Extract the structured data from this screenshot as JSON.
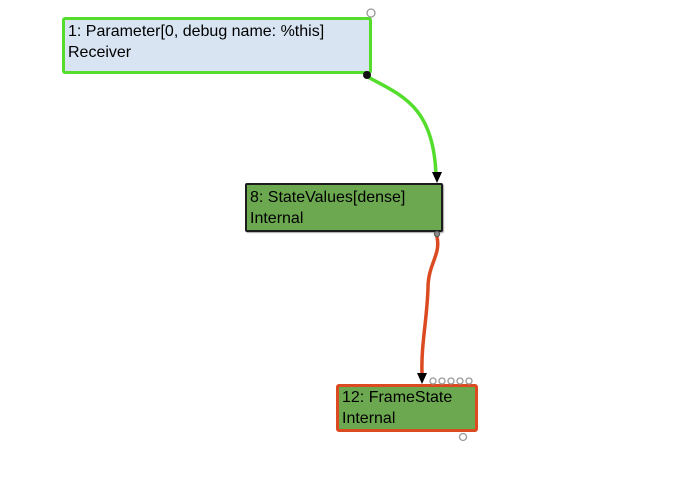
{
  "canvas": {
    "background": "#ffffff"
  },
  "nodes": [
    {
      "id": "1",
      "line1": "1: Parameter[0, debug name: %this]",
      "line2": "Receiver",
      "fill": "#d8e4f2",
      "border": "#55dd2e",
      "selected": true
    },
    {
      "id": "8",
      "line1": "8: StateValues[dense]",
      "line2": "Internal",
      "fill": "#6ba850",
      "border": "#1c1c1c",
      "selected": false
    },
    {
      "id": "12",
      "line1": "12: FrameState",
      "line2": "Internal",
      "fill": "#6ba850",
      "border": "#db4a20",
      "selected": false
    }
  ],
  "edges": [
    {
      "name": "parameter-to-statevalues",
      "color": "#55dd2e",
      "arrow_color": "#000000"
    },
    {
      "name": "statevalues-to-framestate",
      "color": "#db4a20",
      "arrow_color": "#000000"
    }
  ],
  "ports": {
    "output_dot_color": "#111111",
    "gray_dot_color": "#8a8a8a",
    "empty_slot_stroke": "#999999",
    "empty_slot_fill": "#ffffff"
  }
}
